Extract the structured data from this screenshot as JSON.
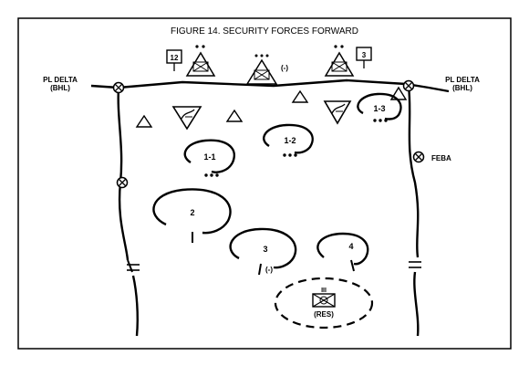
{
  "figure": {
    "title": "FIGURE 14.  SECURITY FORCES FORWARD",
    "phase_line_left": "PL DELTA",
    "phase_line_left_sub": "(BHL)",
    "phase_line_right": "PL DELTA",
    "phase_line_right_sub": "(BHL)",
    "feba_label": "FEBA",
    "unit_12": "12",
    "unit_3": "3",
    "minus_label": "(-)",
    "area_1_1": "1-1",
    "area_1_2": "1-2",
    "area_1_3": "1-3",
    "area_2": "2",
    "area_3": "3",
    "area_3_minus": "(-)",
    "area_4": "4",
    "reserve": "(RES)",
    "reserve_echelon": "III"
  }
}
